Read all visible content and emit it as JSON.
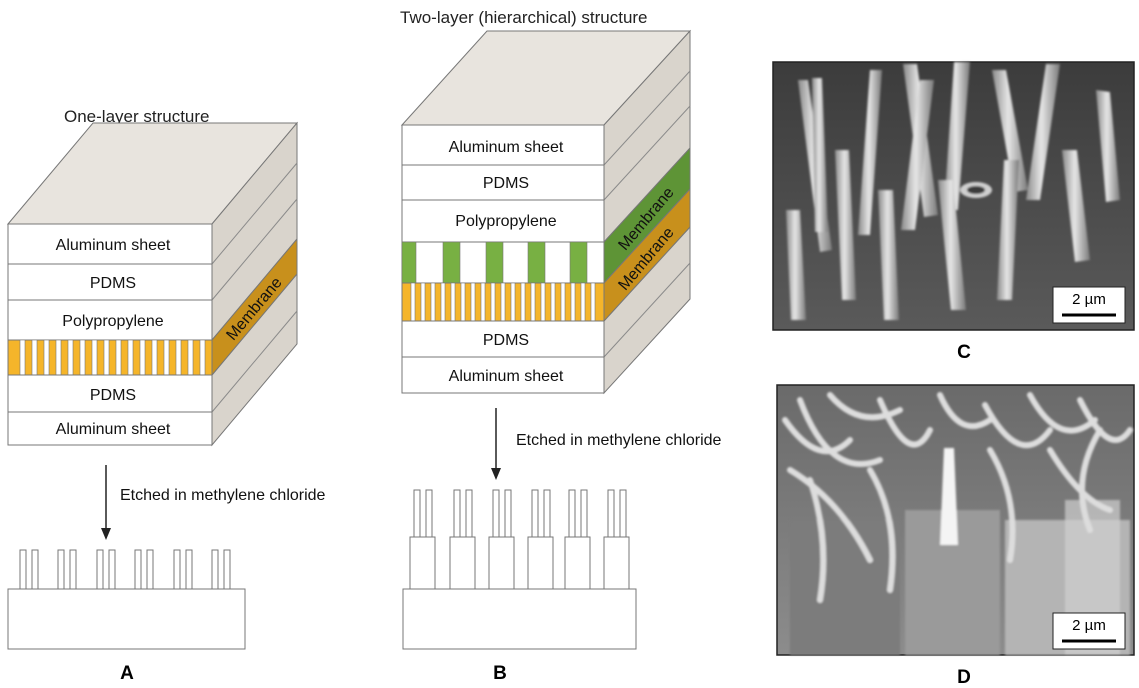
{
  "panel_a": {
    "title": "One-layer structure",
    "layers": [
      "Aluminum sheet",
      "PDMS",
      "Polypropylene",
      "PDMS",
      "Aluminum sheet"
    ],
    "membrane_label": "Membrane",
    "process_label": "Etched in methylene chloride",
    "panel_label": "A"
  },
  "panel_b": {
    "title": "Two-layer (hierarchical) structure",
    "layers": [
      "Aluminum sheet",
      "PDMS",
      "Polypropylene",
      "PDMS",
      "Aluminum sheet"
    ],
    "membrane_label_upper": "Membrane",
    "membrane_label_lower": "Membrane",
    "process_label": "Etched in methylene chloride",
    "panel_label": "B"
  },
  "panel_c": {
    "scale_bar": "2 µm",
    "panel_label": "C"
  },
  "panel_d": {
    "scale_bar": "2 µm",
    "panel_label": "D"
  },
  "colors": {
    "membrane_orange": "#F5B52A",
    "membrane_orange_side": "#C8901C",
    "membrane_green": "#78B043",
    "membrane_green_side": "#5E9436",
    "side_gray": "#D9D4CC",
    "top_gray": "#E8E4DE",
    "sem_dark": "#4A4A4A",
    "sem_light": "#D8D8D8"
  }
}
